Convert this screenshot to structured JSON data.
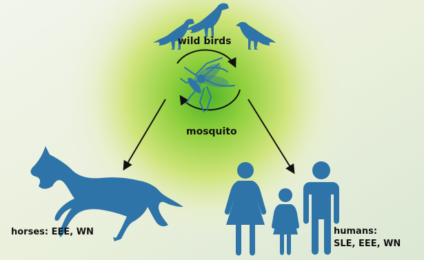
{
  "nodes": {
    "wild_birds": "wild birds",
    "mosquito": "mosquito",
    "horses": "horses: EEE, WN",
    "humans_line1": "humans:",
    "humans_line2": "SLE, EEE, WN"
  },
  "colors": {
    "icon": "#2e74a8",
    "arrow": "#111111",
    "glow": "#55b82e",
    "background": "#e6eed8"
  },
  "icons": [
    "bird-icon",
    "mosquito-icon",
    "horse-icon",
    "woman-icon",
    "child-icon",
    "man-icon",
    "cycle-arrow-icon"
  ]
}
